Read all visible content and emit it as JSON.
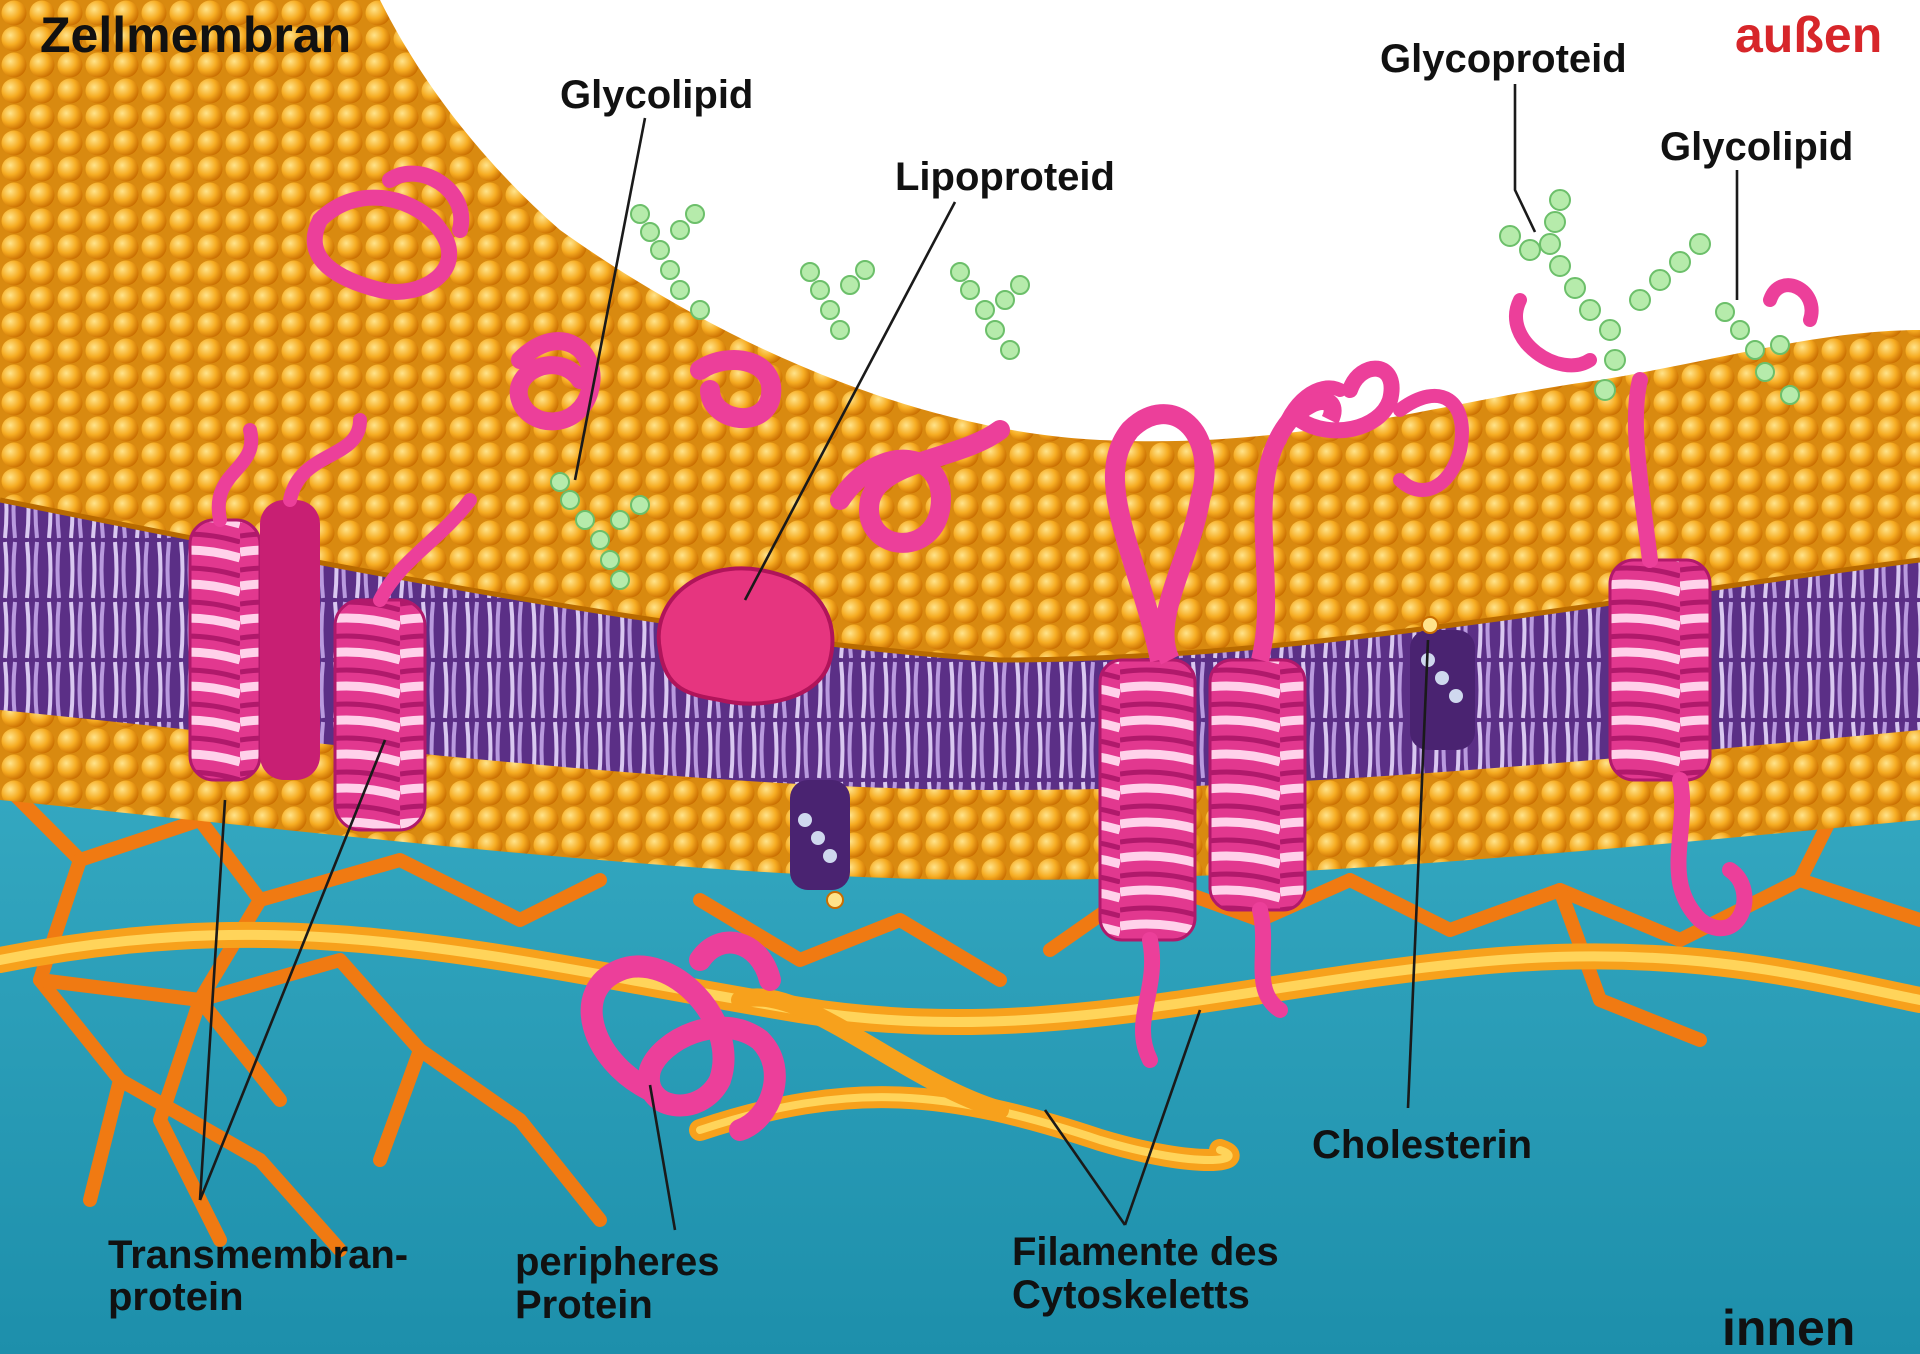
{
  "title": "Zellmembran",
  "orientation": {
    "outside": "außen",
    "inside": "innen"
  },
  "labels": {
    "glycolipid_left": "Glycolipid",
    "lipoproteid": "Lipoproteid",
    "glycoproteid": "Glycoproteid",
    "glycolipid_right": "Glycolipid",
    "cholesterin": "Cholesterin",
    "transmembran": [
      "Transmembran-",
      "protein"
    ],
    "peripheres": [
      "peripheres",
      "Protein"
    ],
    "filamente": [
      "Filamente des",
      "Cytoskeletts"
    ]
  },
  "colors": {
    "outside_bg": "#ffffff",
    "cytoplasm": "#2fa6bf",
    "lipid_head": "#f3a51b",
    "lipid_tail": "#8e53b5",
    "protein": "#ec3f9a",
    "carbohydrate_chain": "#a7e2a0",
    "cytoskeleton": "#f28a1c",
    "label_text": "#111111",
    "orientation_outside": "#d7262a"
  }
}
